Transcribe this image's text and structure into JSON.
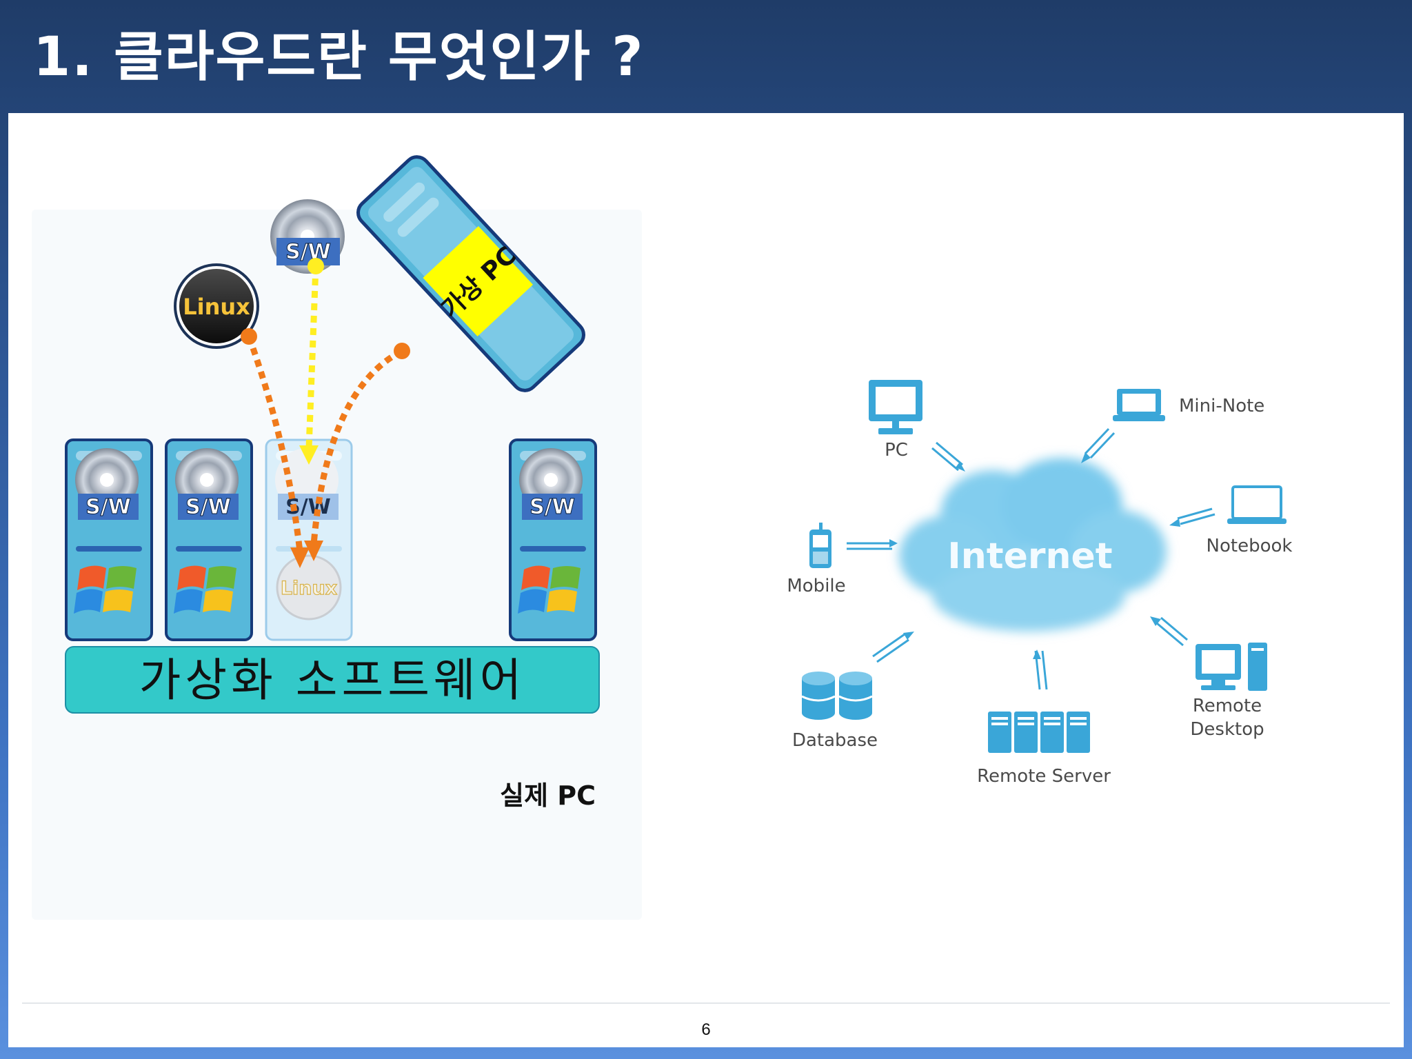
{
  "slide": {
    "title": "1.  클라우드란 무엇인가 ?",
    "page_number": "6"
  },
  "virtualization": {
    "sw_label": "S/W",
    "linux_label": "Linux",
    "virtual_pc_label": "가상 PC",
    "software_bar_label": "가상화  소프트웨어",
    "real_pc_label": "실제  PC",
    "colors": {
      "server_fill": "#57b8da",
      "server_border": "#163a7a",
      "bar_fill": "#33c9c9",
      "arrow_orange": "#f07a1a",
      "arrow_yellow": "#ffee22",
      "label_yellow": "#ffff00"
    }
  },
  "network": {
    "center_label": "Internet",
    "nodes": {
      "pc": "PC",
      "mini_note": "Mini-Note",
      "notebook": "Notebook",
      "mobile": "Mobile",
      "database": "Database",
      "remote_server": "Remote Server",
      "remote_desktop_1": "Remote",
      "remote_desktop_2": "Desktop"
    },
    "icon_color": "#3aa6d8"
  }
}
